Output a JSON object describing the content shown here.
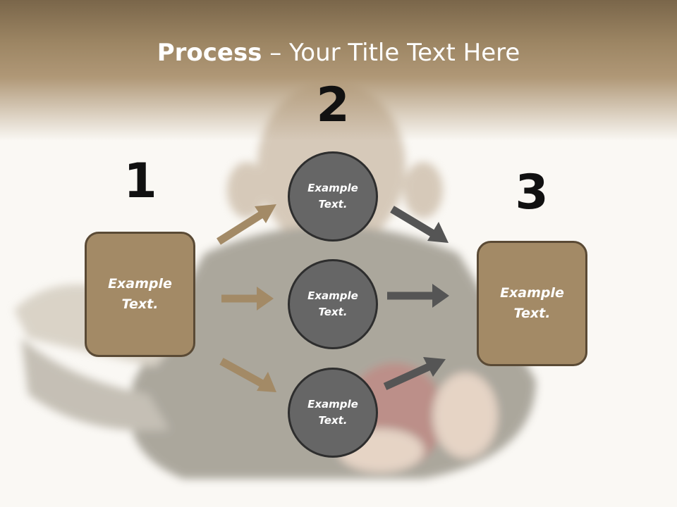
{
  "title": {
    "bold": "Process",
    "rest": " – Your Title Text Here"
  },
  "steps": [
    {
      "number": "1",
      "box_text": "Example\nText."
    },
    {
      "number": "2",
      "circles": [
        "Example\nText.",
        "Example\nText.",
        "Example\nText."
      ]
    },
    {
      "number": "3",
      "box_text": "Example\nText."
    }
  ],
  "colors": {
    "accent": "#a38a66",
    "circle_fill": "#666666",
    "arrow_dark": "#555555",
    "title_band": "#8c7554"
  }
}
